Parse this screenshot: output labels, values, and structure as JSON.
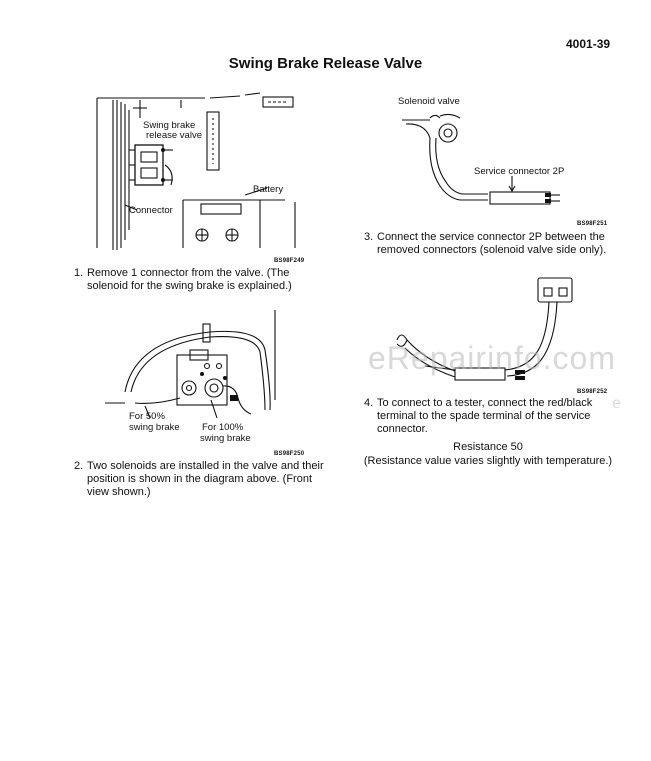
{
  "header": {
    "page_number": "4001-39"
  },
  "title": "Swing Brake Release Valve",
  "figures": {
    "fig1": {
      "code": "BS98F249",
      "labels": {
        "swing_brake": "Swing brake",
        "release_valve": "release valve",
        "battery": "Battery",
        "connector": "Connector"
      }
    },
    "fig2": {
      "code": "BS98F250",
      "labels": {
        "for50_a": "For 50%",
        "for50_b": "swing brake",
        "for100_a": "For 100%",
        "for100_b": "swing brake"
      }
    },
    "fig3": {
      "code": "BS98F251",
      "labels": {
        "solenoid_valve": "Solenoid valve",
        "service_connector": "Service connector 2P"
      }
    },
    "fig4": {
      "code": "BS98F252"
    }
  },
  "steps": [
    {
      "number": "1.",
      "lines": [
        "Remove 1 connector from the valve. (The",
        "solenoid for the swing brake is explained.)"
      ]
    },
    {
      "number": "2.",
      "lines": [
        "Two solenoids are installed in the valve and their",
        "position is shown in the diagram above. (Front",
        "view shown.)"
      ]
    },
    {
      "number": "3.",
      "lines": [
        "Connect the service connector 2P between the",
        "removed connectors (solenoid valve side only)."
      ]
    },
    {
      "number": "4.",
      "lines": [
        "To connect to a tester, connect the red/black",
        "terminal to the spade terminal of the service",
        "connector."
      ]
    }
  ],
  "resistance": {
    "line1": "Resistance 50",
    "line2": "(Resistance value varies slightly with temperature.)"
  },
  "watermark": {
    "main": "eRepairinfo.com",
    "shadow": "e"
  }
}
